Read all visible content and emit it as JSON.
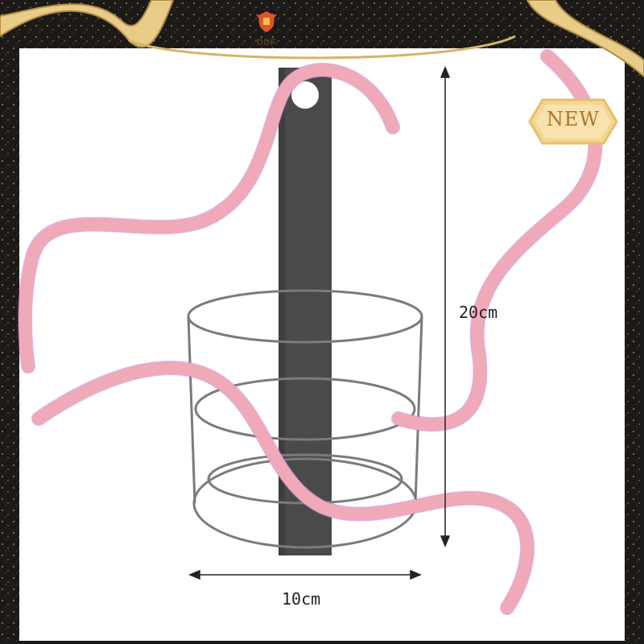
{
  "brand": {
    "logo_text": "DDF"
  },
  "badge": {
    "text": "NEW"
  },
  "dimensions": {
    "height_label": "20cm",
    "width_label": "10cm"
  },
  "colors": {
    "ribbon": "#f0a9b8",
    "ribbon_shadow": "#b57ce8",
    "gold": "#d9b86b",
    "metal": "#7b7b7b",
    "plate": "#4a4a4a"
  },
  "icons": {
    "logo": "shield-crest-icon",
    "badge": "new-badge-icon"
  }
}
